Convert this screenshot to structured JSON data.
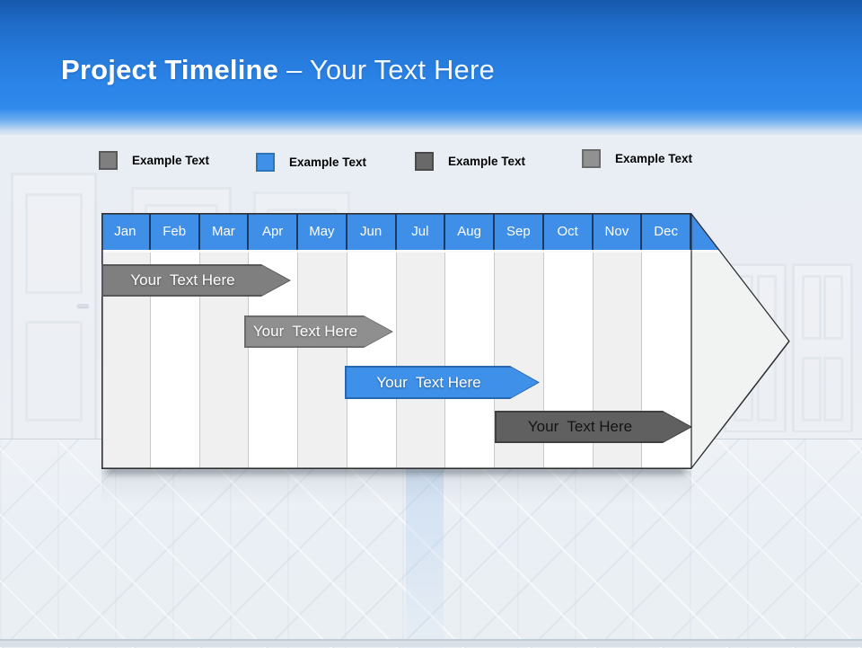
{
  "slide": {
    "title_bold": "Project Timeline",
    "title_rest": "– Your Text Here",
    "colors": {
      "header_gradient_top": "#1759AC",
      "header_gradient_bottom": "#2F8AEC",
      "room_background": "#E9EEF4",
      "accent_blue": "#3F90E8"
    }
  },
  "legend": {
    "items": [
      {
        "label": "Example Text",
        "color": "#7F7F7F",
        "border": "#5A5A5A"
      },
      {
        "label": "Example Text",
        "color": "#3F90E8",
        "border": "#2E75B6"
      },
      {
        "label": "Example Text",
        "color": "#696969",
        "border": "#4A4A4A"
      },
      {
        "label": "Example Text",
        "color": "#919191",
        "border": "#6B6B6B"
      }
    ]
  },
  "timeline": {
    "months": [
      "Jan",
      "Feb",
      "Mar",
      "Apr",
      "May",
      "Jun",
      "Jul",
      "Aug",
      "Sep",
      "Oct",
      "Nov",
      "Dec"
    ],
    "header_color": "#3F8FE8",
    "header_divider_color": "#1A3A66",
    "column_stripe_color": "#F0F0F1",
    "outline_color": "#2F3133",
    "bars": [
      {
        "label": "Your  Text Here",
        "color": "#7F7F7F",
        "border": "#575757",
        "text_color": "#FFFFFF",
        "start_month": "Jan",
        "end_month": "Apr"
      },
      {
        "label": "Your  Text Here",
        "color": "#8F8F8F",
        "border": "#6B6B6B",
        "text_color": "#FFFFFF",
        "start_month": "Apr",
        "end_month": "Jun"
      },
      {
        "label": "Your  Text Here",
        "color": "#3F90E8",
        "border": "#2767AE",
        "text_color": "#FFFFFF",
        "start_month": "Jun",
        "end_month": "Sep"
      },
      {
        "label": "Your  Text Here",
        "color": "#606060",
        "border": "#3F3F3F",
        "text_color": "#141414",
        "start_month": "Sep",
        "end_month": "Dec"
      }
    ]
  }
}
